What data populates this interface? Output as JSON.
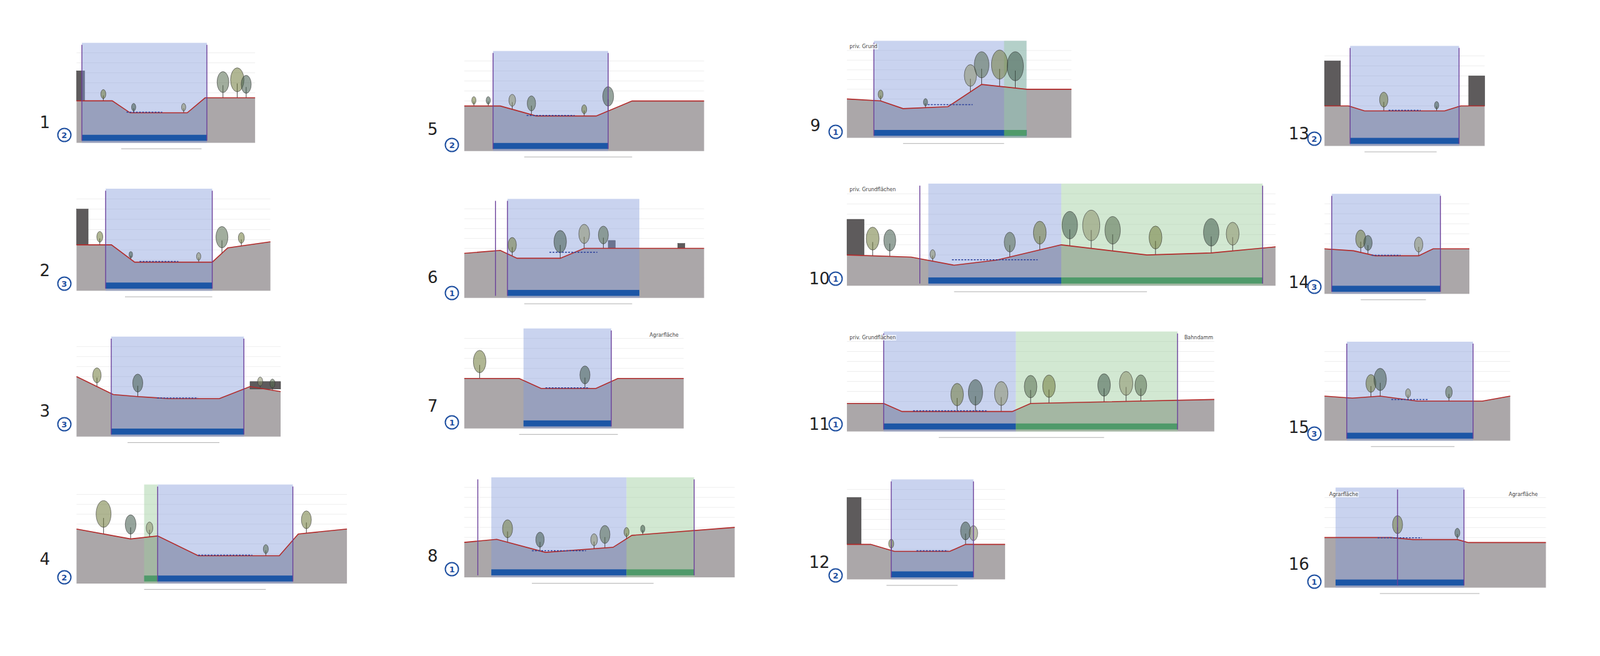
{
  "diagram": {
    "labels": [
      "1",
      "2",
      "2",
      "3",
      "3",
      "3",
      "4",
      "2",
      "5",
      "2",
      "6",
      "1",
      "7",
      "1",
      "8",
      "1",
      "9",
      "1",
      "10",
      "1",
      "11",
      "1",
      "12",
      "2",
      "13",
      "2",
      "14",
      "3",
      "15",
      "3",
      "16",
      "1",
      "Agrarfläche",
      "Agrarfläche",
      "Agrarfläche",
      "priv. Grund",
      "priv. Grundflächen",
      "priv. Grundflächen",
      "Bahndamm"
    ]
  }
}
